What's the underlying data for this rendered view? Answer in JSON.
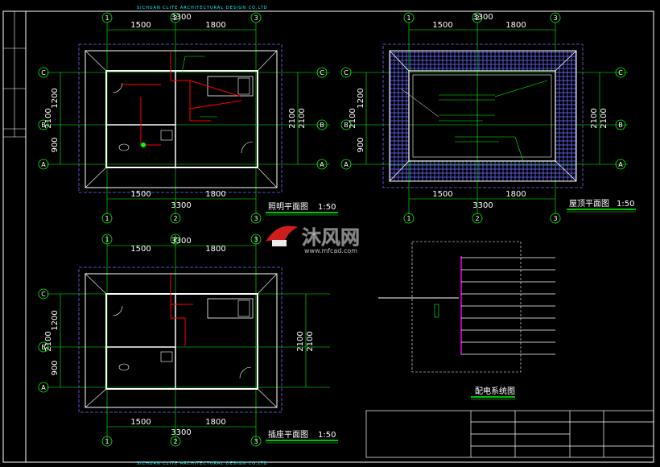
{
  "header": {
    "text": "SICHUAN   CLITE  ARCHITECTURAL    DESIGN   CO,LTD"
  },
  "footer": {
    "text": "SICHUAN   CLITE  ARCHITECTURAL    DESIGN   CO,LTD"
  },
  "watermark": {
    "brand": "沐风网",
    "url": "www.mfcad.com"
  },
  "axes": {
    "col1": "1",
    "col2": "2",
    "col3": "3",
    "rowA": "A",
    "rowB": "B",
    "rowC": "C"
  },
  "dims": {
    "span1": "1500",
    "span2": "1800",
    "total": "3300",
    "row_bc": "1200",
    "row_ab": "900",
    "total_v": "2100"
  },
  "titles": {
    "lighting": {
      "name": "照明平面图",
      "scale": "1:50"
    },
    "roof": {
      "name": "屋顶平面图",
      "scale": "1:50"
    },
    "power": {
      "name": "插座平面图",
      "scale": "1:50"
    },
    "system": {
      "name": "配电系统图"
    }
  },
  "colors": {
    "background": "#000000",
    "walls": "#ffffff",
    "axes": "#00ff00",
    "wiring": "#ff0000",
    "tiles": "#6a6aff",
    "notes": "#00ff00",
    "dims": "#ffffff",
    "frame": "#ffffff",
    "watermark_red": "#e02020"
  }
}
